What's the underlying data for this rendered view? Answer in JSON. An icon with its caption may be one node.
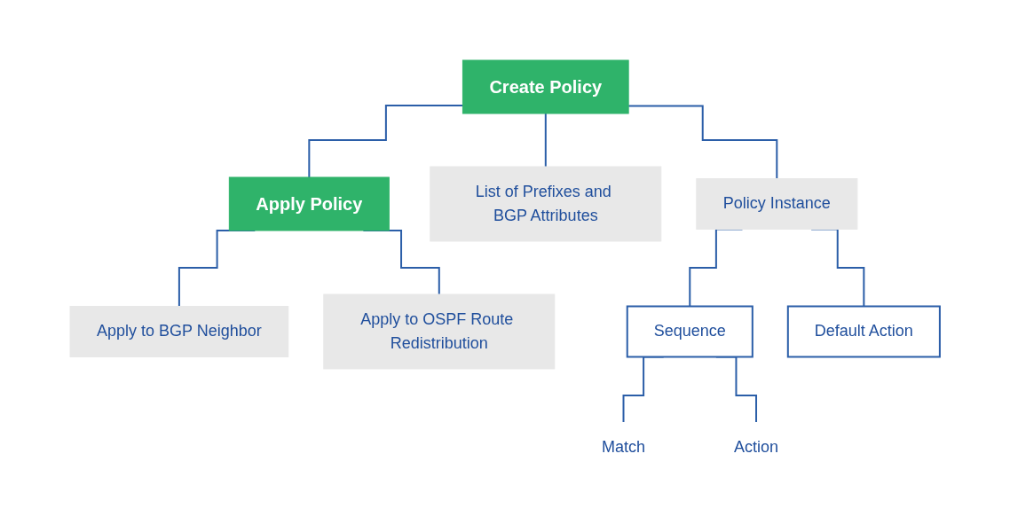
{
  "diagram": {
    "nodes": [
      {
        "text": [
          "Create Policy"
        ]
      },
      {
        "text": [
          "Apply Policy"
        ]
      },
      {
        "text": [
          "List of Prefixes and BGP Attributes"
        ]
      },
      {
        "text": [
          "Policy Instance"
        ]
      },
      {
        "text": [
          "Apply to BGP Neighbor"
        ]
      },
      {
        "text": [
          "Apply to OSPF Route Redistribution"
        ]
      },
      {
        "text": [
          "Sequence"
        ]
      },
      {
        "text": [
          "Default Action"
        ]
      },
      {
        "text": [
          "Match"
        ]
      },
      {
        "text": [
          "Action"
        ]
      }
    ],
    "edges": [
      {
        "from": 0,
        "to": 1,
        "arrow": "none"
      },
      {
        "from": 0,
        "to": 2,
        "arrow": "none"
      },
      {
        "from": 0,
        "to": 3,
        "arrow": "none"
      },
      {
        "from": 1,
        "to": 4,
        "arrow": "none"
      },
      {
        "from": 1,
        "to": 5,
        "arrow": "none"
      },
      {
        "from": 3,
        "to": 6,
        "arrow": "none"
      },
      {
        "from": 3,
        "to": 7,
        "arrow": "none"
      },
      {
        "from": 6,
        "to": 8,
        "arrow": "none"
      },
      {
        "from": 6,
        "to": 9,
        "arrow": "none"
      }
    ]
  }
}
